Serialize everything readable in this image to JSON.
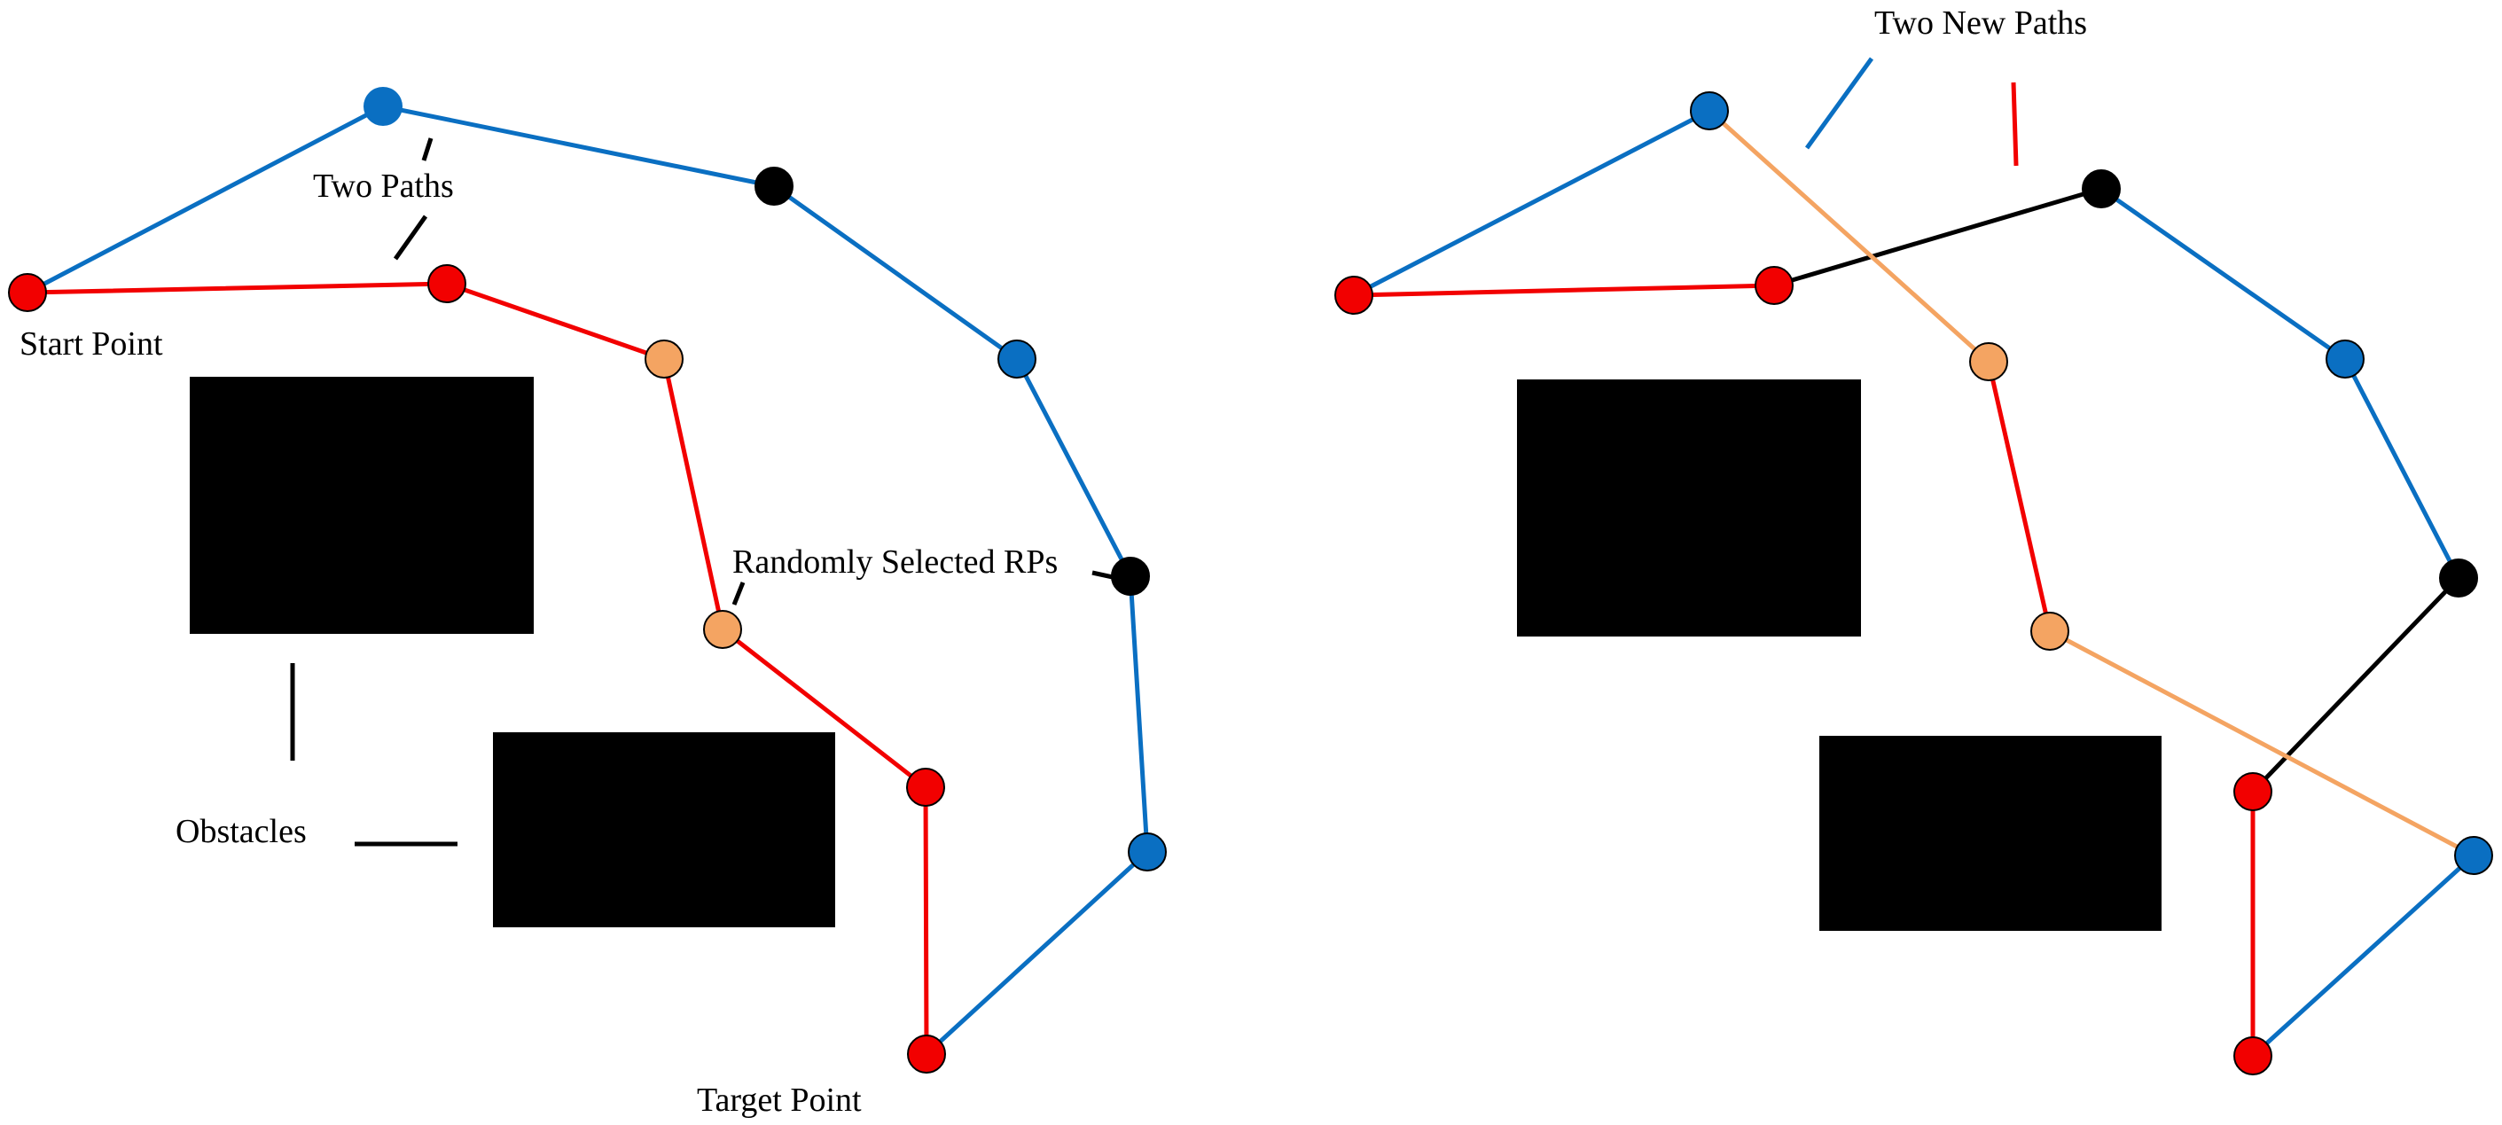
{
  "colors": {
    "red": "#f20000",
    "blue": "#0a6fc2",
    "orange": "#f4a462",
    "black": "#000000"
  },
  "left_panel": {
    "labels": {
      "two_paths": "Two Paths",
      "start_point": "Start Point",
      "randomly_selected_rps": "Randomly Selected RPs",
      "obstacles": "Obstacles",
      "target_point": "Target Point"
    },
    "paths": [
      "red",
      "blue"
    ],
    "node_colors": {
      "start": "red",
      "target": "red",
      "red_path": [
        "red",
        "red",
        "orange",
        "orange",
        "red"
      ],
      "blue_path": [
        "blue",
        "black",
        "blue",
        "black",
        "blue"
      ]
    },
    "obstacles": 2
  },
  "right_panel": {
    "labels": {
      "two_new_paths": "Two New Paths"
    },
    "paths": [
      "red",
      "blue"
    ],
    "swapped_segment_colors": [
      "black",
      "orange"
    ],
    "obstacles": 2
  }
}
